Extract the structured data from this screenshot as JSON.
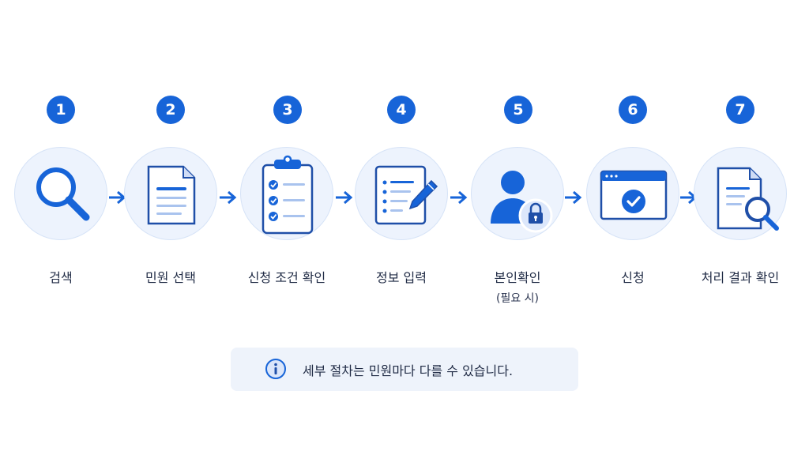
{
  "colors": {
    "accent": "#1764d8",
    "circle_bg": "#edf3fd",
    "note_bg": "#eef3fb",
    "text": "#1f2a44"
  },
  "steps": [
    {
      "number": "1",
      "label": "검색",
      "sublabel": "",
      "icon": "magnifier-icon"
    },
    {
      "number": "2",
      "label": "민원 선택",
      "sublabel": "",
      "icon": "document-icon"
    },
    {
      "number": "3",
      "label": "신청 조건 확인",
      "sublabel": "",
      "icon": "checklist-clipboard-icon"
    },
    {
      "number": "4",
      "label": "정보 입력",
      "sublabel": "",
      "icon": "form-pencil-icon"
    },
    {
      "number": "5",
      "label": "본인확인",
      "sublabel": "(필요 시)",
      "icon": "user-lock-icon"
    },
    {
      "number": "6",
      "label": "신청",
      "sublabel": "",
      "icon": "browser-check-icon"
    },
    {
      "number": "7",
      "label": "처리 결과 확인",
      "sublabel": "",
      "icon": "document-search-icon"
    }
  ],
  "note": {
    "icon": "info-icon",
    "text": "세부 절차는 민원마다 다를 수 있습니다."
  }
}
